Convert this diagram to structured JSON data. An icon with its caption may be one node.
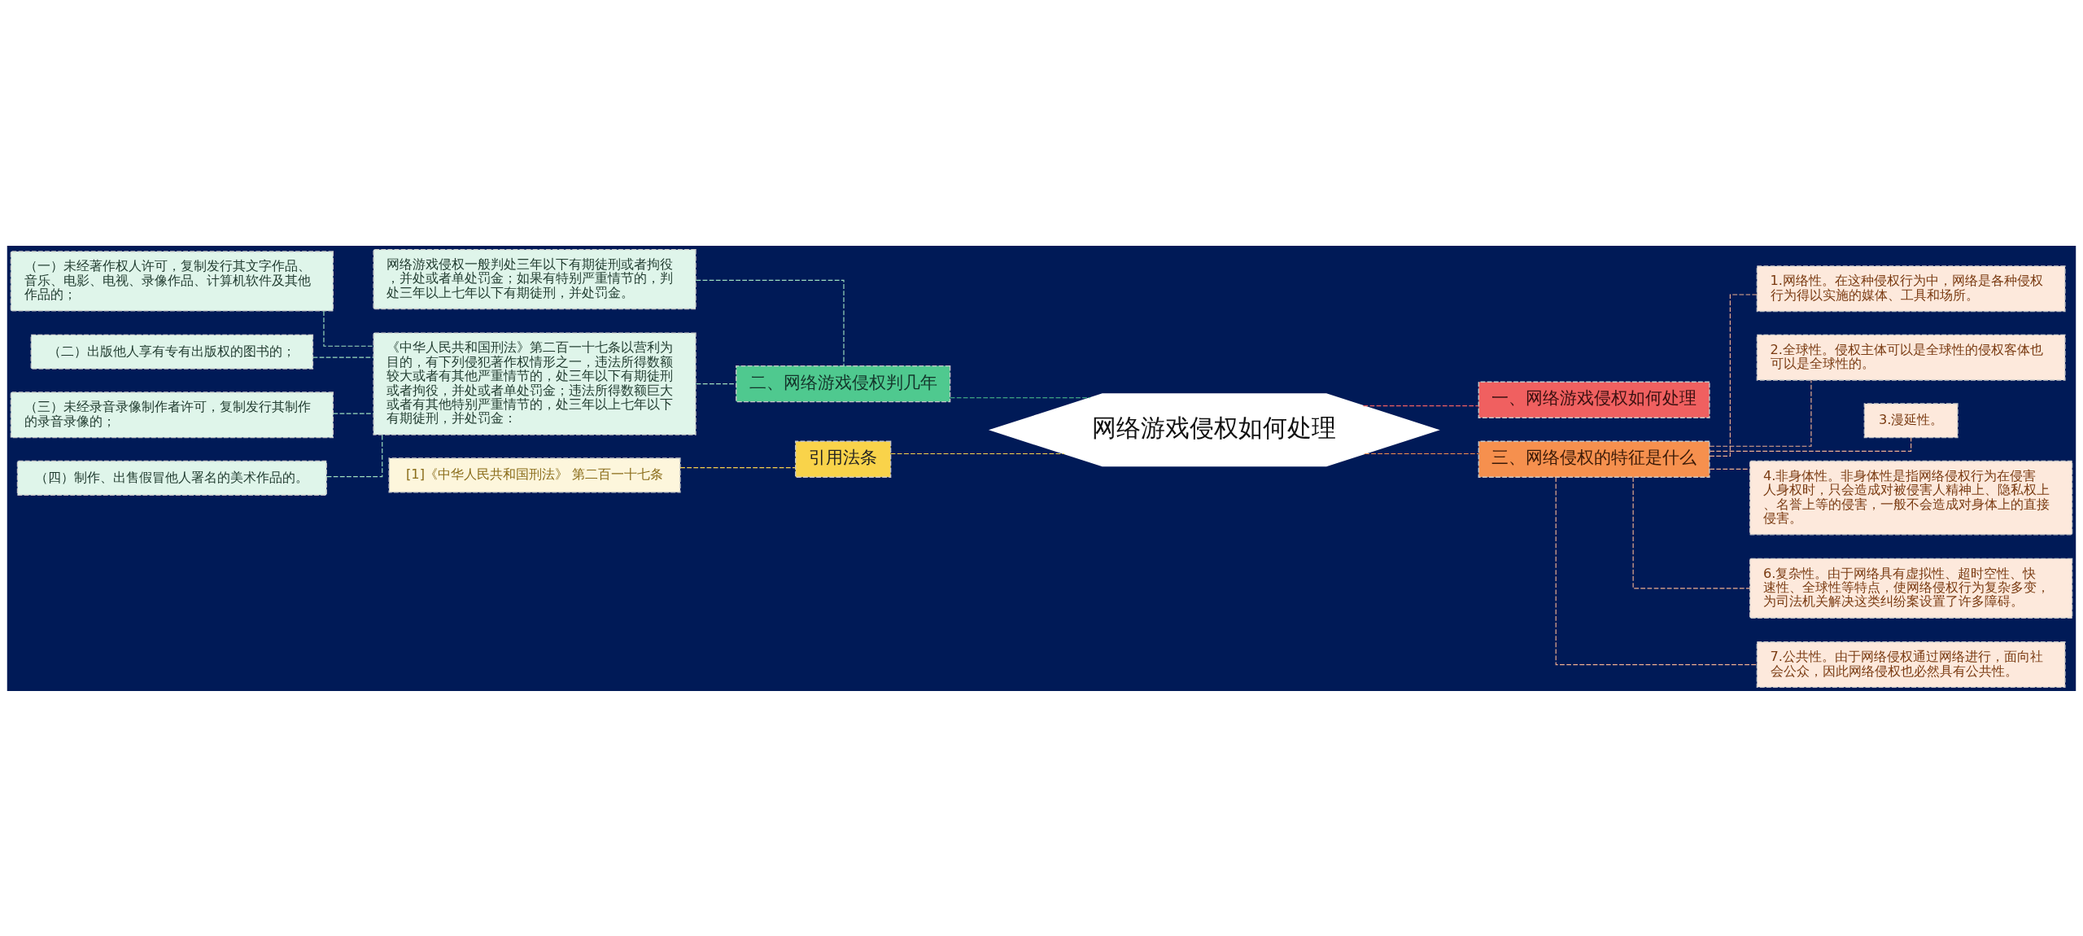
{
  "diagram": {
    "nodes": [
      {
        "text": [
          "网络游戏侵权如何处理"
        ]
      },
      {
        "text": [
          "二、网络游戏侵权判几年"
        ]
      },
      {
        "text": [
          "网络游戏侵权一般判处三年以下有期徒刑或者拘役，并处或者单处罚金；如果有特别严重情节的，判处三年以上七年以下有期徒刑，并处罚金。"
        ]
      },
      {
        "text": [
          "《中华人民共和国刑法》第二百一十七条以营利为目的，有下列侵犯著作权情形之一，违法所得数额较大或者有其他严重情节的，处三年以下有期徒刑或者拘役，并处或者单处罚金；违法所得数额巨大或者有其他特别严重情节的，处三年以上七年以下有期徒刑，并处罚金："
        ]
      },
      {
        "text": [
          "（一）未经著作权人许可，复制发行其文字作品、音乐、电影、电视、录像作品、计算机软件及其他作品的；"
        ]
      },
      {
        "text": [
          "（二）出版他人享有专有出版权的图书的；"
        ]
      },
      {
        "text": [
          "（三）未经录音录像制作者许可，复制发行其制作的录音录像的；"
        ]
      },
      {
        "text": [
          "（四）制作、出售假冒他人署名的美术作品的。"
        ]
      },
      {
        "text": [
          "引用法条"
        ]
      },
      {
        "text": [
          "[1]《中华人民共和国刑法》 第二百一十七条"
        ]
      },
      {
        "text": [
          "一、网络游戏侵权如何处理"
        ]
      },
      {
        "text": [
          "三、网络侵权的特征是什么"
        ]
      },
      {
        "text": [
          "1.网络性。在这种侵权行为中，网络是各种侵权行为得以实施的媒体、工具和场所。"
        ]
      },
      {
        "text": [
          "2.全球性。侵权主体可以是全球性的侵权客体也可以是全球性的。"
        ]
      },
      {
        "text": [
          "3.漫延性。"
        ]
      },
      {
        "text": [
          "4.非身体性。非身体性是指网络侵权行为在侵害人身权时，只会造成对被侵害人精神上、隐私权上、名誉上等的侵害，一般不会造成对身体上的直接侵害。"
        ]
      },
      {
        "text": [
          "6.复杂性。由于网络具有虚拟性、超时空性、快速性、全球性等特点，使网络侵权行为复杂多变，为司法机关解决这类纠纷案设置了许多障碍。"
        ]
      },
      {
        "text": [
          "7.公共性。由于网络侵权通过网络进行，面向社会公众，因此网络侵权也必然具有公共性。"
        ]
      }
    ],
    "edges": [
      {
        "from": 0,
        "to": 1,
        "arrow": "none",
        "style": "dashed",
        "color": "#4fc98f"
      },
      {
        "from": 1,
        "to": 2,
        "arrow": "none",
        "style": "dashed",
        "color": "#9fe0c0"
      },
      {
        "from": 1,
        "to": 3,
        "arrow": "none",
        "style": "dashed",
        "color": "#9fe0c0"
      },
      {
        "from": 3,
        "to": 4,
        "arrow": "none",
        "style": "dashed",
        "color": "#9fe0c0"
      },
      {
        "from": 3,
        "to": 5,
        "arrow": "none",
        "style": "dashed",
        "color": "#9fe0c0"
      },
      {
        "from": 3,
        "to": 6,
        "arrow": "none",
        "style": "dashed",
        "color": "#9fe0c0"
      },
      {
        "from": 3,
        "to": 7,
        "arrow": "none",
        "style": "dashed",
        "color": "#9fe0c0"
      },
      {
        "from": 0,
        "to": 8,
        "arrow": "none",
        "style": "dashed",
        "color": "#f9d34a"
      },
      {
        "from": 8,
        "to": 9,
        "arrow": "none",
        "style": "dashed",
        "color": "#f9d34a"
      },
      {
        "from": 0,
        "to": 10,
        "arrow": "none",
        "style": "dashed",
        "color": "#f06060"
      },
      {
        "from": 0,
        "to": 11,
        "arrow": "none",
        "style": "dashed",
        "color": "#f6904e"
      },
      {
        "from": 11,
        "to": 12,
        "arrow": "none",
        "style": "dashed",
        "color": "#f0b090"
      },
      {
        "from": 11,
        "to": 13,
        "arrow": "none",
        "style": "dashed",
        "color": "#f0b090"
      },
      {
        "from": 11,
        "to": 14,
        "arrow": "none",
        "style": "dashed",
        "color": "#f0b090"
      },
      {
        "from": 11,
        "to": 15,
        "arrow": "none",
        "style": "dashed",
        "color": "#f0b090"
      },
      {
        "from": 11,
        "to": 16,
        "arrow": "none",
        "style": "dashed",
        "color": "#f0b090"
      },
      {
        "from": 11,
        "to": 17,
        "arrow": "none",
        "style": "dashed",
        "color": "#f0b090"
      }
    ]
  }
}
